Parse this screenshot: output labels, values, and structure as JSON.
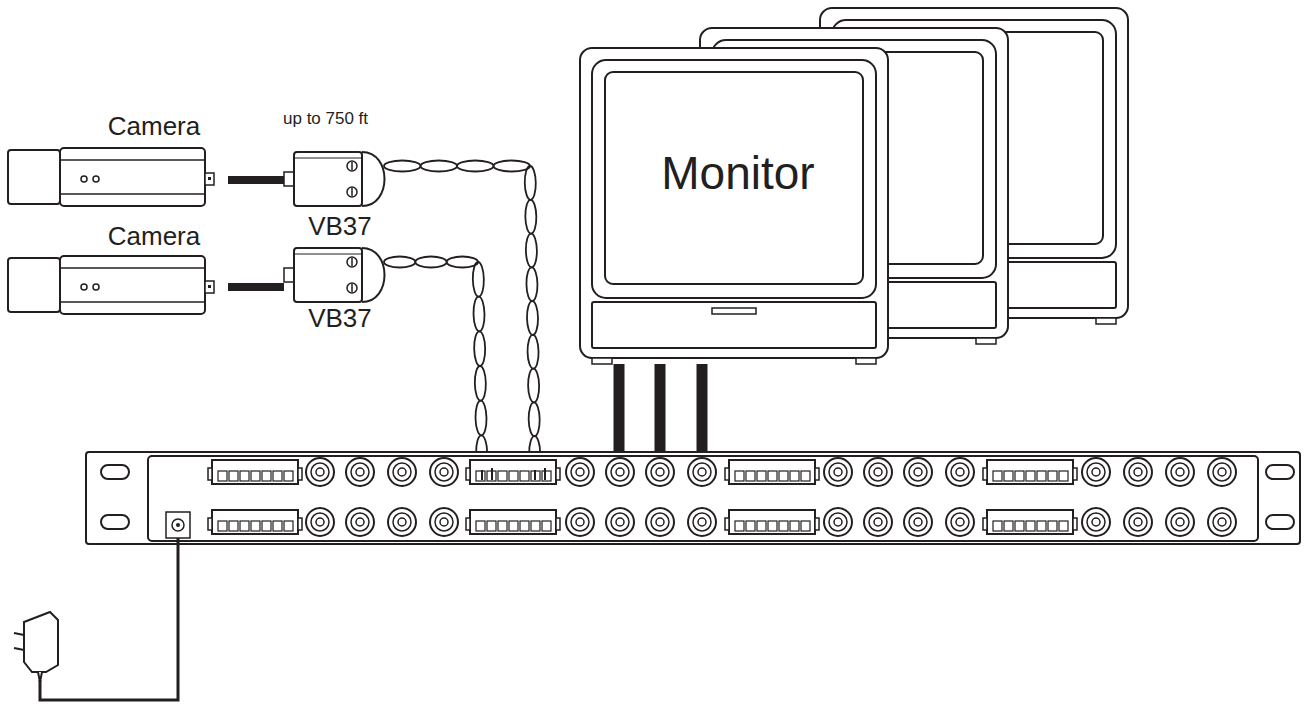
{
  "diagram": {
    "nodes": [
      {
        "text": [
          "Camera"
        ]
      },
      {
        "text": [
          "VB37"
        ]
      },
      {
        "text": [
          "Camera"
        ]
      },
      {
        "text": [
          "VB37"
        ]
      },
      {
        "text": [
          "Monitor"
        ]
      }
    ],
    "edges": [
      {
        "from": 0,
        "to": 1,
        "arrow": "none"
      },
      {
        "from": 2,
        "to": 3,
        "arrow": "none"
      }
    ],
    "labels": [
      "up to 750 ft"
    ]
  }
}
